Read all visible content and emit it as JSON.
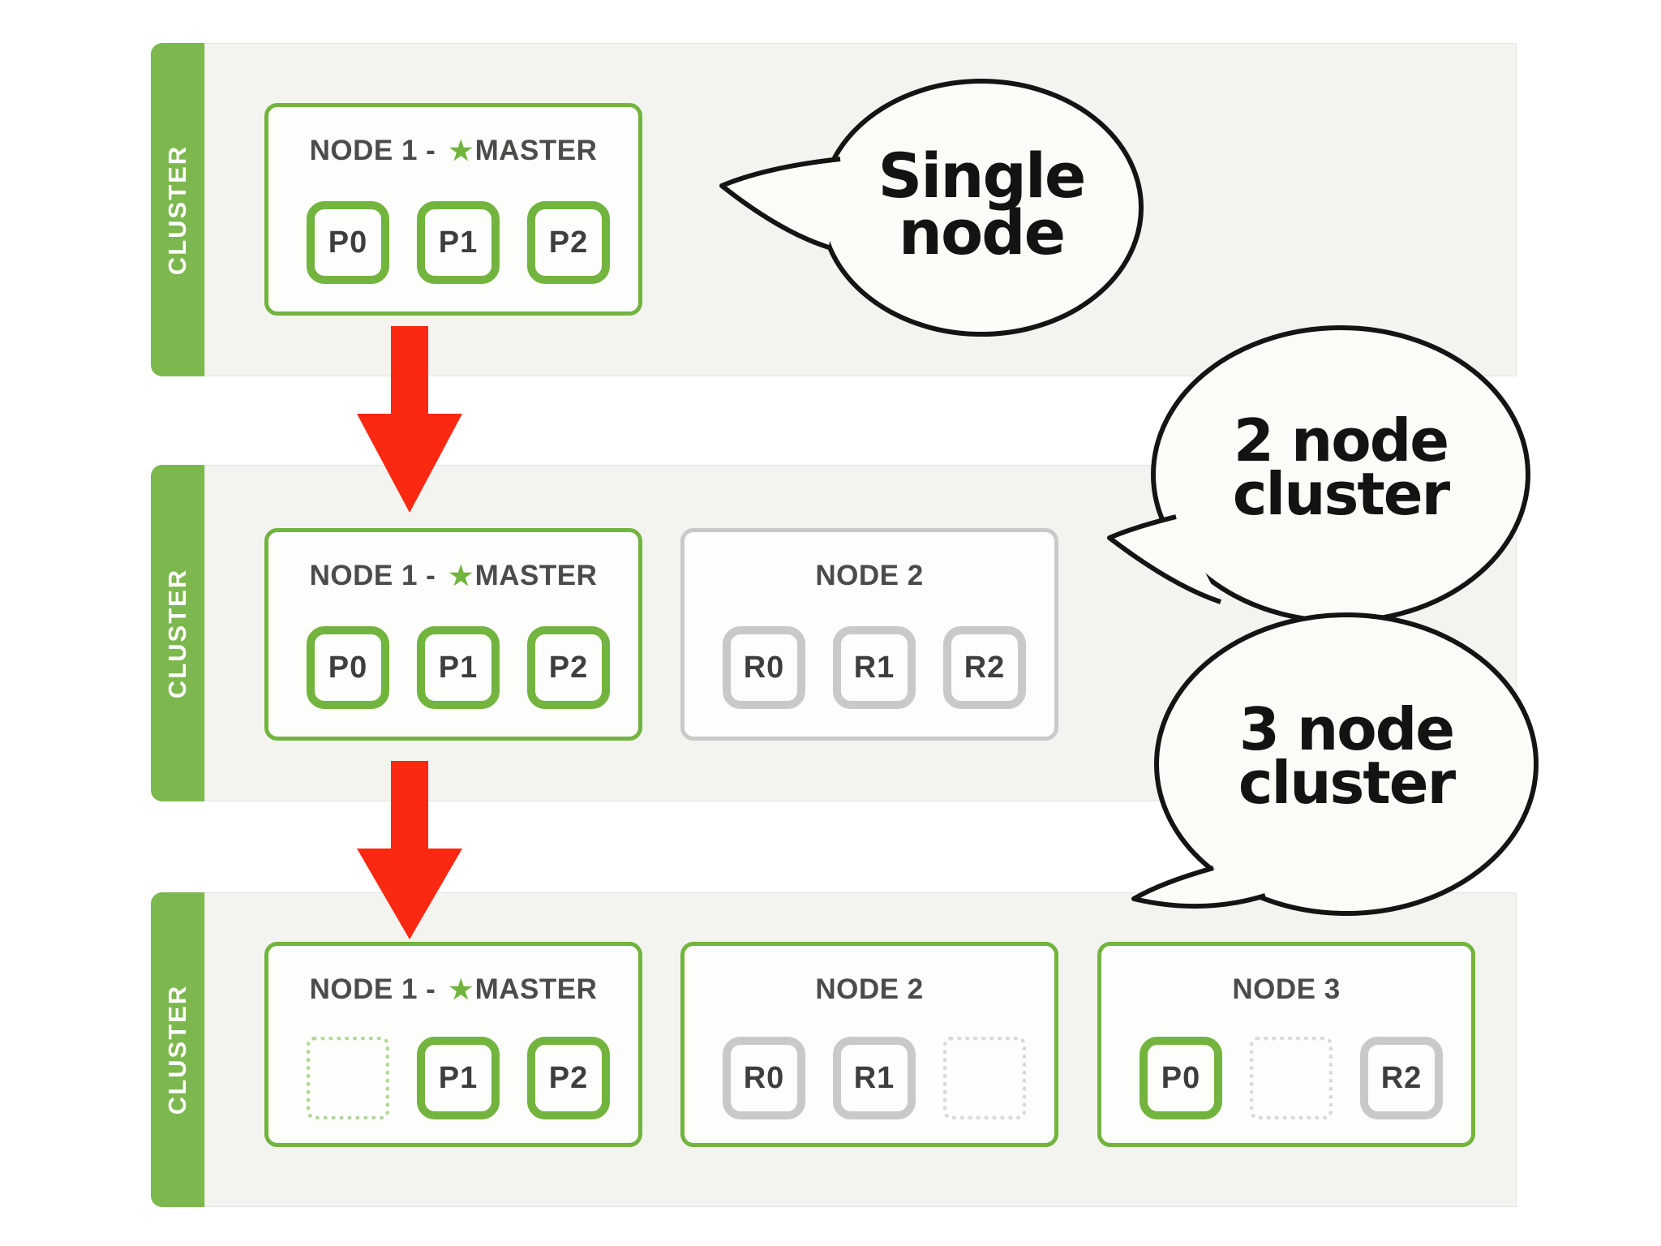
{
  "colors": {
    "green-border": "#72b43e",
    "green-tab": "#7cb84d",
    "gray-border": "#c9c9c8",
    "dashed-green": "#b5d697",
    "dashed-gray": "#d9d9d6",
    "panel-bg": "#f3f4ef",
    "node-bg": "#fdfdfb",
    "title-text": "#4b4b4b",
    "arrow-red": "#fb2911",
    "bubble-fill": "#fbfbf8",
    "bubble-stroke": "#141414"
  },
  "clusters": [
    {
      "tab_label": "CLUSTER",
      "nodes": [
        {
          "title": {
            "before": "NODE 1 - ",
            "star": "★",
            "after": "MASTER"
          },
          "slots": [
            {
              "label": "P0",
              "type": "primary"
            },
            {
              "label": "P1",
              "type": "primary"
            },
            {
              "label": "P2",
              "type": "primary"
            }
          ]
        }
      ]
    },
    {
      "tab_label": "CLUSTER",
      "nodes": [
        {
          "title": {
            "before": "NODE 1 - ",
            "star": "★",
            "after": "MASTER"
          },
          "slots": [
            {
              "label": "P0",
              "type": "primary"
            },
            {
              "label": "P1",
              "type": "primary"
            },
            {
              "label": "P2",
              "type": "primary"
            }
          ]
        },
        {
          "title": {
            "before": "NODE 2"
          },
          "slots": [
            {
              "label": "R0",
              "type": "replica"
            },
            {
              "label": "R1",
              "type": "replica"
            },
            {
              "label": "R2",
              "type": "replica"
            }
          ]
        }
      ]
    },
    {
      "tab_label": "CLUSTER",
      "nodes": [
        {
          "title": {
            "before": "NODE 1 - ",
            "star": "★",
            "after": "MASTER"
          },
          "slots": [
            {
              "label": "",
              "type": "empty-green"
            },
            {
              "label": "P1",
              "type": "primary"
            },
            {
              "label": "P2",
              "type": "primary"
            }
          ]
        },
        {
          "title": {
            "before": "NODE 2"
          },
          "slots": [
            {
              "label": "R0",
              "type": "replica"
            },
            {
              "label": "R1",
              "type": "replica"
            },
            {
              "label": "",
              "type": "empty-gray"
            }
          ]
        },
        {
          "title": {
            "before": "NODE 3"
          },
          "slots": [
            {
              "label": "P0",
              "type": "primary"
            },
            {
              "label": "",
              "type": "empty-gray"
            },
            {
              "label": "R2",
              "type": "replica"
            }
          ]
        }
      ]
    }
  ],
  "bubbles": [
    {
      "lines": [
        "Single",
        "node"
      ]
    },
    {
      "lines": [
        "2 node",
        "cluster"
      ]
    },
    {
      "lines": [
        "3 node",
        "cluster"
      ]
    }
  ]
}
